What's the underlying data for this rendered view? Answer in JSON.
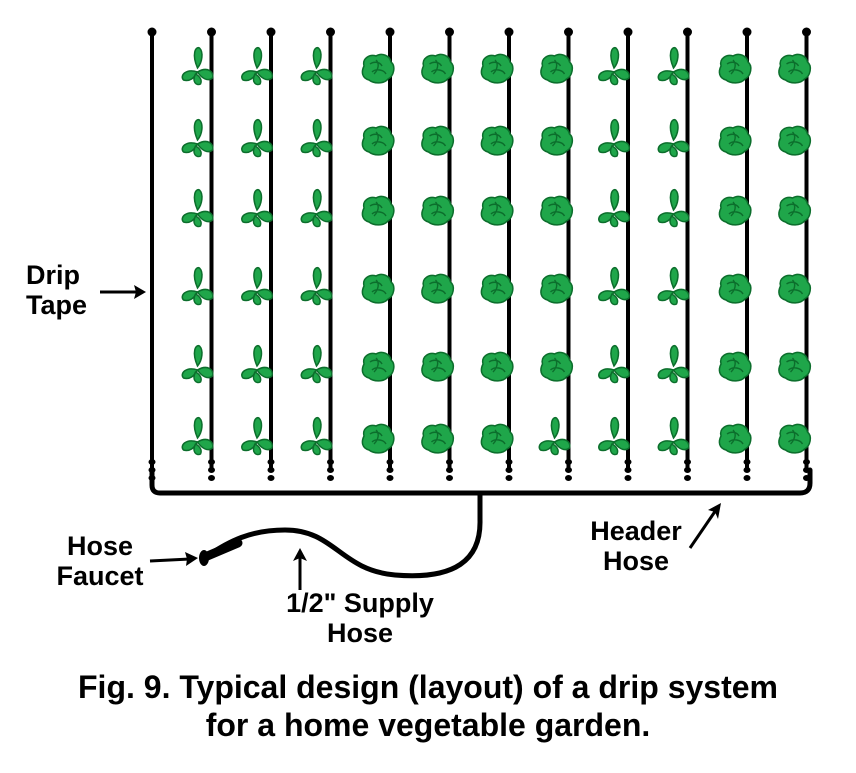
{
  "labels": {
    "drip_tape": [
      "Drip",
      "Tape"
    ],
    "hose_faucet": [
      "Hose",
      "Faucet"
    ],
    "supply_hose": [
      "1/2\" Supply",
      "Hose"
    ],
    "header_hose": [
      "Header",
      "Hose"
    ]
  },
  "caption": {
    "line1": "Fig. 9. Typical design (layout) of a drip system",
    "line2": "for a home vegetable garden."
  },
  "garden": {
    "plant_rows": 6,
    "tape_count": 12,
    "plant_types": [
      "leafy",
      "cabbage",
      "leafy",
      "leafy",
      "cabbage",
      "cabbage"
    ]
  },
  "colors": {
    "plant_fill": "#1fa64a",
    "plant_dark": "#0c6e2c",
    "line": "#000000"
  }
}
